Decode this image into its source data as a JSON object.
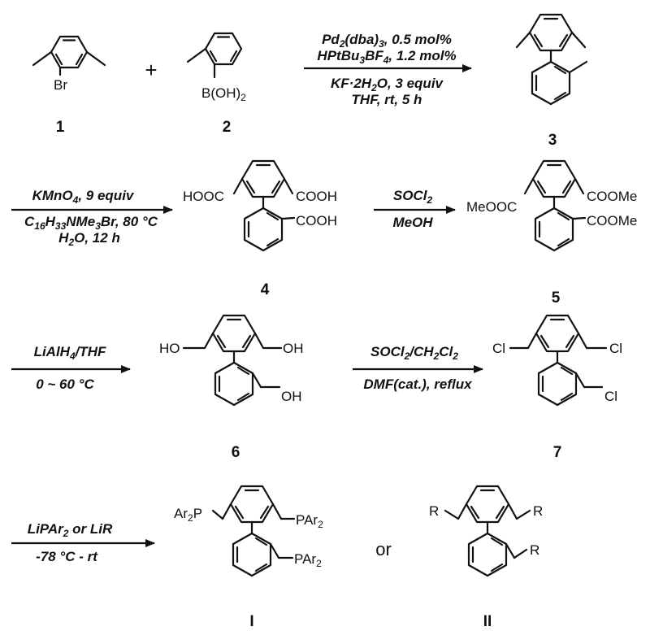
{
  "reactants": {
    "plus": "+",
    "br_label": "Br",
    "boronic_label": "B(OH)2",
    "num1": "1",
    "num2": "2",
    "num3": "3"
  },
  "step1": {
    "line1": "Pd2(dba)3, 0.5 mol%",
    "line2": "HPtBu3BF4, 1.2 mol%",
    "line3": "KF·2H2O, 3 equiv",
    "line4": "THF, rt, 5 h"
  },
  "step2": {
    "line1": "KMnO4, 9 equiv",
    "line2": "C16H33NMe3Br, 80 °C",
    "line3": "H2O, 12 h",
    "left_group": "HOOC",
    "right_group": "COOH",
    "lower_group": "COOH",
    "num": "4"
  },
  "step3": {
    "line1": "SOCl2",
    "line2": "MeOH",
    "left_group": "MeOOC",
    "right_group": "COOMe",
    "lower_group": "COOMe",
    "num": "5"
  },
  "step4": {
    "line1": "LiAlH4/THF",
    "line2": "0 ~ 60 °C",
    "left_group": "HO",
    "right_group": "OH",
    "lower_group": "OH",
    "num": "6"
  },
  "step5": {
    "line1": "SOCl2/CH2Cl2",
    "line2": "DMF(cat.), reflux",
    "left_group": "Cl",
    "right_group": "Cl",
    "lower_group": "Cl",
    "num": "7"
  },
  "step6": {
    "line1": "LiPAr2 or LiR",
    "line2": "-78 °C - rt",
    "left_group": "Ar2P",
    "right_group": "PAr2",
    "lower_group": "PAr2",
    "num": "I",
    "or_label": "or",
    "r_left": "R",
    "r_right": "R",
    "r_lower": "R",
    "num2": "II"
  }
}
